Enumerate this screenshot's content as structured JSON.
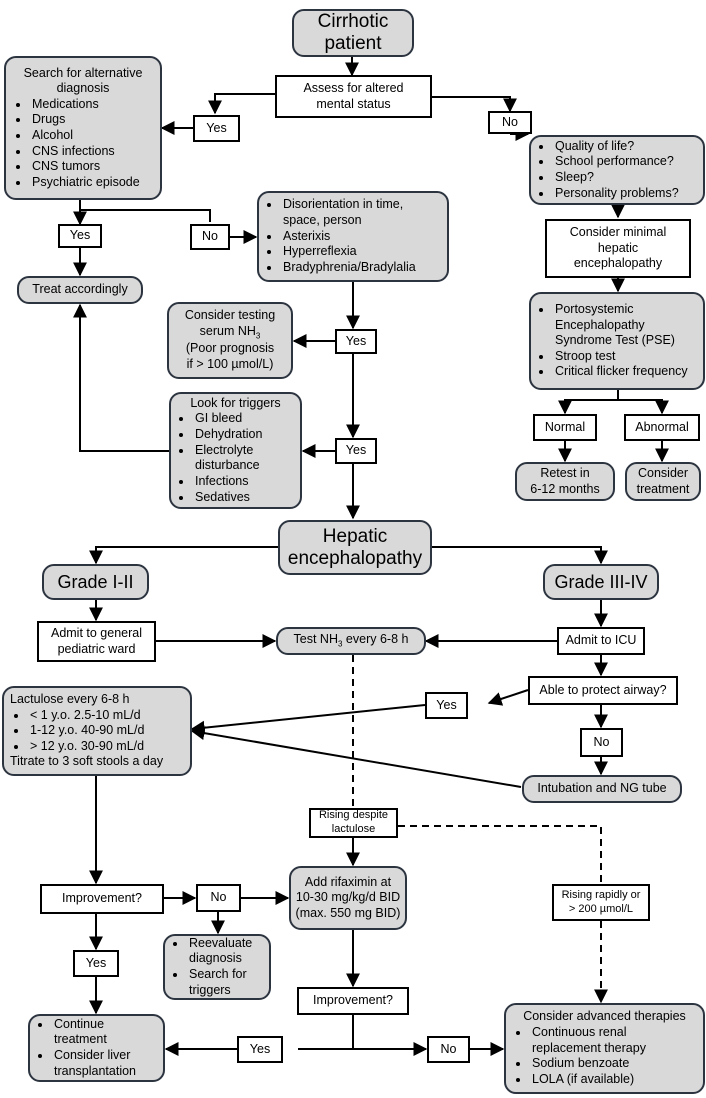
{
  "start": [
    "Cirrhotic",
    "patient"
  ],
  "assess": [
    "Assess for altered",
    "mental status"
  ],
  "yes": "Yes",
  "no": "No",
  "alt_dx": {
    "title": "Search for alternative diagnosis",
    "items": [
      "Medications",
      "Drugs",
      "Alcohol",
      "CNS infections",
      "CNS tumors",
      "Psychiatric episode"
    ]
  },
  "treat": "Treat accordingly",
  "symptoms": [
    "Disorientation in time, space, person",
    "Asterixis",
    "Hyperreflexia",
    "Bradyphrenia/Bradylalia"
  ],
  "mhe_questions": [
    "Quality of life?",
    "School performance?",
    "Sleep?",
    "Personality problems?"
  ],
  "mhe": [
    "Consider minimal",
    "hepatic",
    "encephalopathy"
  ],
  "mhe_tests": [
    "Portosystemic Encephalopathy Syndrome Test (PSE)",
    "Stroop test",
    "Critical flicker frequency"
  ],
  "normal": "Normal",
  "abnormal": "Abnormal",
  "retest": [
    "Retest in",
    "6-12 months"
  ],
  "consider_treatment": [
    "Consider",
    "treatment"
  ],
  "nh3_test": {
    "l1": "Consider testing",
    "l2a": "serum NH",
    "l2sub": "3",
    "l3": "(Poor prognosis",
    "l4": "if > 100 µmol/L)"
  },
  "triggers": {
    "title": "Look for triggers",
    "items": [
      "GI bleed",
      "Dehydration",
      "Electrolyte disturbance",
      "Infections",
      "Sedatives"
    ]
  },
  "he": [
    "Hepatic",
    "encephalopathy"
  ],
  "grade12": "Grade I-II",
  "grade34": "Grade III-IV",
  "ward": [
    "Admit to general",
    "pediatric ward"
  ],
  "test_nh3": {
    "a": "Test NH",
    "sub": "3",
    "b": " every 6-8 h"
  },
  "icu": "Admit to ICU",
  "airway": "Able to protect airway?",
  "lactulose": {
    "title": "Lactulose every 6-8 h",
    "items": [
      "< 1 y.o. 2.5-10 mL/d",
      "1-12 y.o. 40-90 mL/d",
      "> 12 y.o. 30-90 mL/d"
    ],
    "footer": "Titrate to 3 soft stools a day"
  },
  "intubation": "Intubation and NG tube",
  "rising": [
    "Rising despite",
    "lactulose"
  ],
  "improvement": "Improvement?",
  "rifaximin": [
    "Add rifaximin at",
    "10-30 mg/kg/d BID",
    "(max. 550 mg BID)"
  ],
  "rising_rapidly": [
    "Rising rapidly or",
    "> 200 µmol/L"
  ],
  "reevaluate": [
    "Reevaluate diagnosis",
    "Search for triggers"
  ],
  "continue": [
    "Continue treatment",
    "Consider liver transplantation"
  ],
  "advanced": {
    "title": "Consider advanced therapies",
    "items": [
      "Continuous renal replacement therapy",
      "Sodium benzoate",
      "LOLA (if available)"
    ]
  }
}
